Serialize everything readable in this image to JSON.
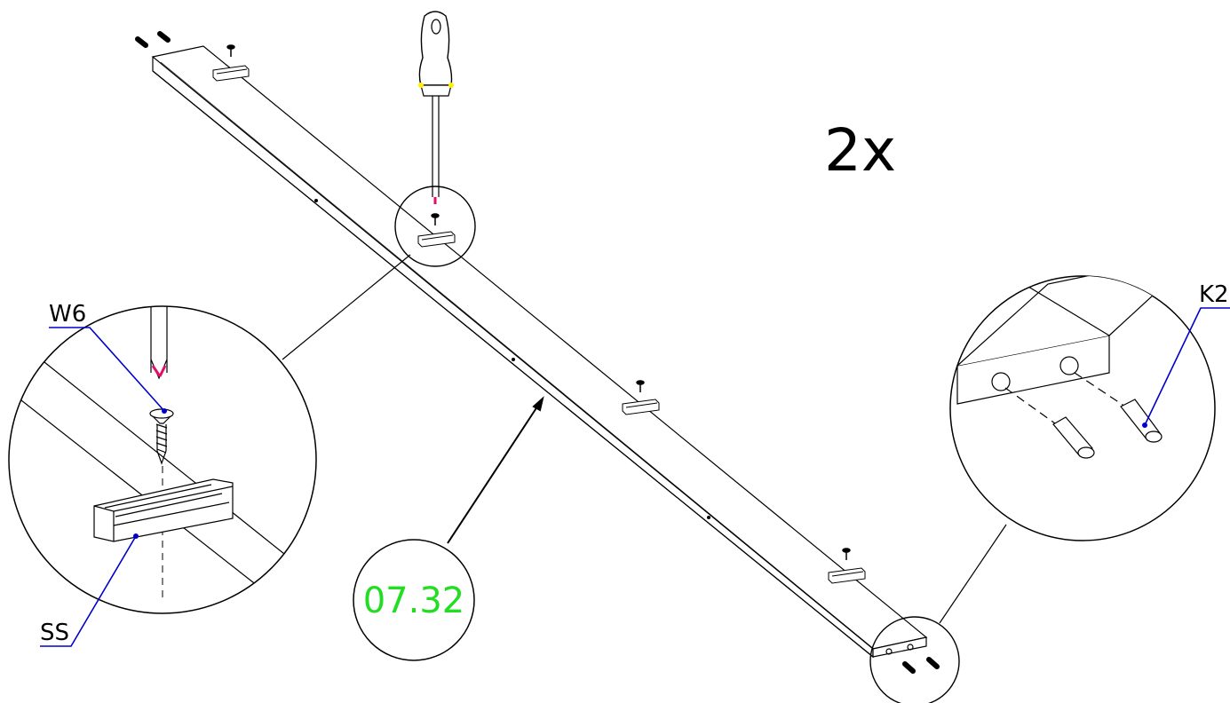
{
  "quantity": "2x",
  "part_number": "07.32",
  "labels": {
    "screw": "W6",
    "slide": "SS",
    "dowel": "K2"
  },
  "colors": {
    "line": "#000000",
    "leader": "#0000cc",
    "part_number": "#22dd22",
    "tip": "#e0106a",
    "grip_ring": "#ffee00"
  },
  "icons": [
    "screwdriver-icon",
    "screw-icon",
    "dowel-icon",
    "slide-bracket-icon"
  ]
}
